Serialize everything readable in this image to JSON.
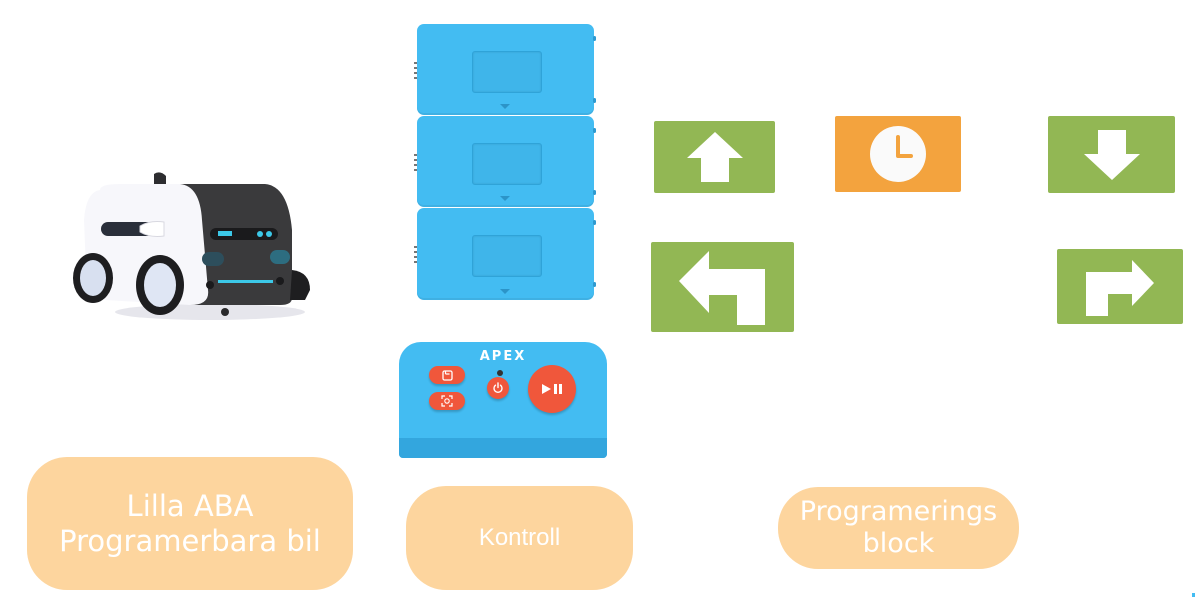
{
  "robot": {
    "name": "robot-car",
    "colors": {
      "body": "#f7f7fb",
      "shell": "#3a3a3c",
      "accent": "#3cc8e8"
    }
  },
  "block_stack": {
    "count": 3,
    "color": "#43bcf2"
  },
  "controller": {
    "brand": "APEX",
    "color": "#43bcf2",
    "button_color": "#f0573b",
    "buttons": [
      {
        "id": "save",
        "icon": "save-icon",
        "glyph": "▭"
      },
      {
        "id": "scan",
        "icon": "scan-icon",
        "glyph": "⌾"
      },
      {
        "id": "power",
        "icon": "power-icon",
        "glyph": "⏻"
      },
      {
        "id": "play-pause",
        "icon": "play-pause-icon",
        "glyph": "▶❚❚"
      }
    ]
  },
  "programming_blocks": [
    {
      "id": "forward",
      "icon": "arrow-up-icon",
      "color": "#92b754"
    },
    {
      "id": "wait",
      "icon": "clock-icon",
      "color": "#f3a33e"
    },
    {
      "id": "backward",
      "icon": "arrow-down-icon",
      "color": "#92b754"
    },
    {
      "id": "turn-left",
      "icon": "turn-left-icon",
      "color": "#92b754"
    },
    {
      "id": "turn-right",
      "icon": "turn-right-icon",
      "color": "#92b754"
    }
  ],
  "labels": {
    "car": "Lilla ABA\nProgramerbara bil",
    "car_line1": "Lilla ABA",
    "car_line2": "Programerbara bil",
    "control": "Kontroll",
    "blocks_line1": "Programerings",
    "blocks_line2": "block",
    "pill_color": "#fdd59e"
  }
}
